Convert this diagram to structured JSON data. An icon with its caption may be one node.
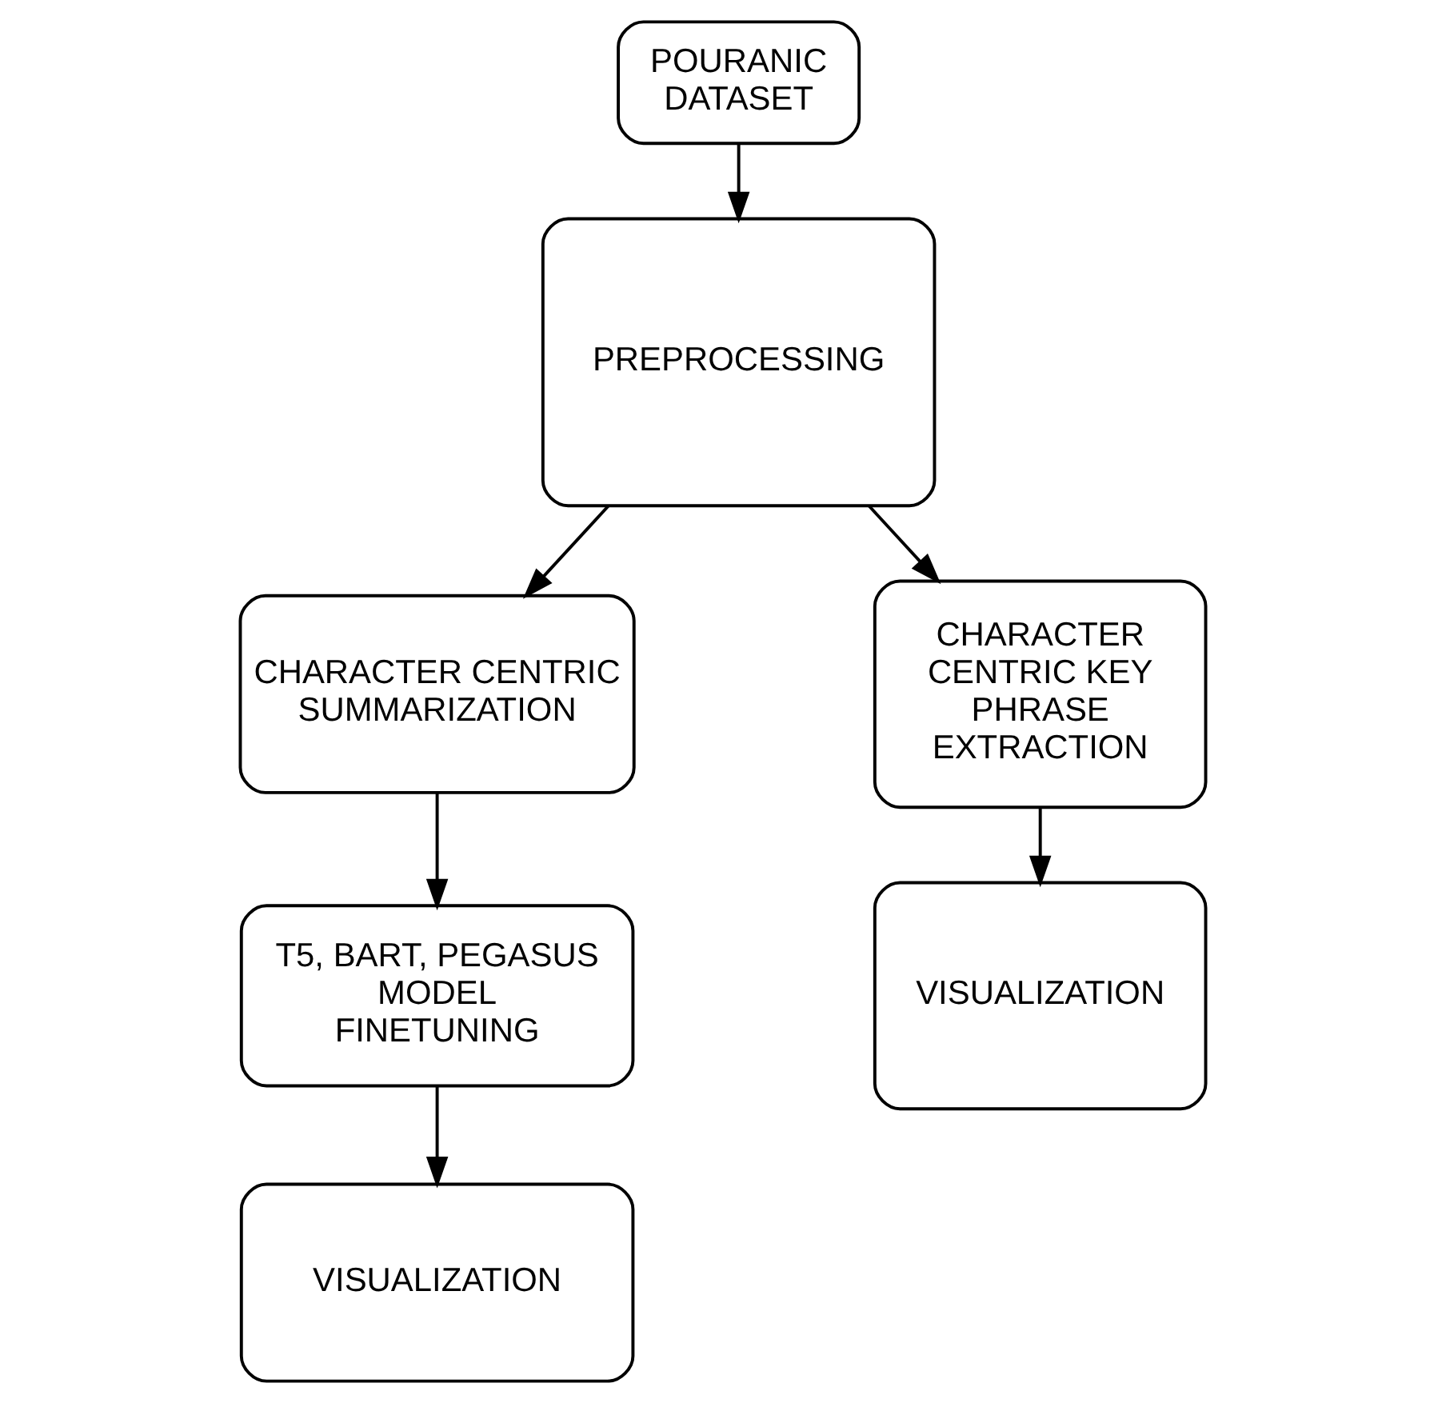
{
  "diagram": {
    "nodes": [
      {
        "text": [
          "POURANIC DATASET"
        ]
      },
      {
        "text": [
          "PREPROCESSING"
        ]
      },
      {
        "text": [
          "CHARACTER CENTRIC SUMMARIZATION"
        ]
      },
      {
        "text": [
          "CHARACTER CENTRIC KEY PHRASE EXTRACTION"
        ]
      },
      {
        "text": [
          "T5, BART, PEGASUS MODEL FINETUNING"
        ]
      },
      {
        "text": [
          "VISUALIZATION"
        ]
      },
      {
        "text": [
          "VISUALIZATION"
        ]
      }
    ],
    "edges": [
      {
        "from": 0,
        "to": 1,
        "arrow": "to"
      },
      {
        "from": 1,
        "to": 2,
        "arrow": "to"
      },
      {
        "from": 1,
        "to": 3,
        "arrow": "to"
      },
      {
        "from": 2,
        "to": 4,
        "arrow": "to"
      },
      {
        "from": 4,
        "to": 6,
        "arrow": "to"
      },
      {
        "from": 3,
        "to": 5,
        "arrow": "to"
      }
    ]
  }
}
